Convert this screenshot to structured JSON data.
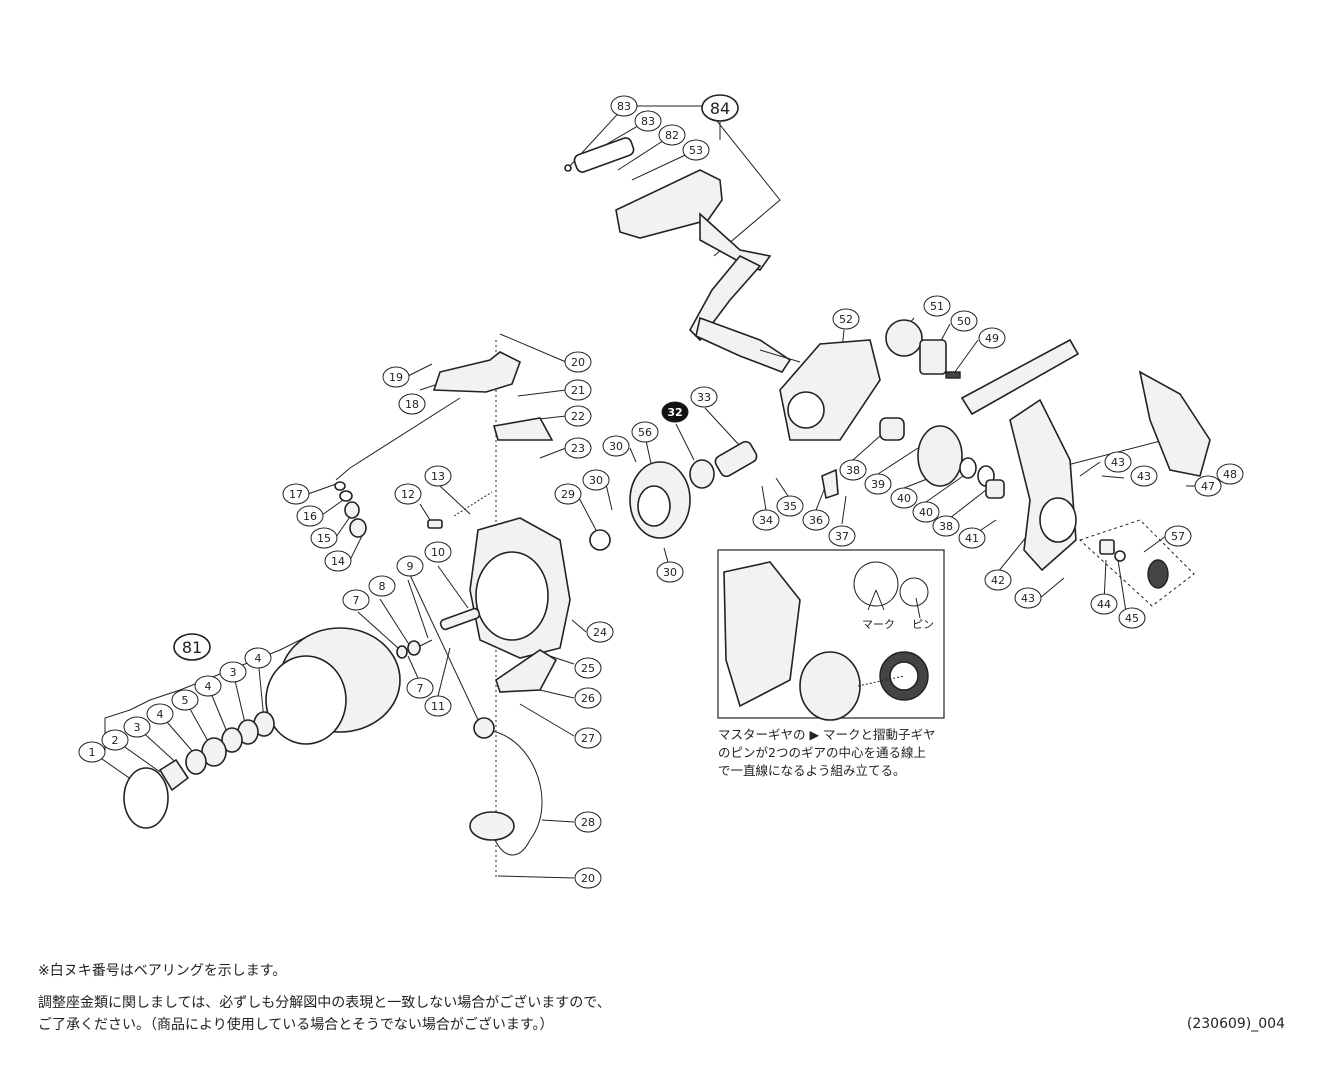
{
  "notes": {
    "bearing_note": "※白ヌキ番号はベアリングを示します。",
    "adjust_note_line1": "調整座金類に関しましては、必ずしも分解図中の表現と一致しない場合がございますので、",
    "adjust_note_line2": "ご了承ください。（商品により使用している場合とそうでない場合がございます。）"
  },
  "document_code": "(230609)_004",
  "inset": {
    "label_mark": "マーク",
    "label_pin": "ピン",
    "caption_line1": "マスターギヤの ▶ マークと摺動子ギヤ",
    "caption_line2": "のピンが2つのギアの中心を通る線上",
    "caption_line3": "で一直線になるよう組み立てる。"
  },
  "callouts": [
    {
      "id": "c1",
      "label": "1",
      "style": "normal"
    },
    {
      "id": "c2",
      "label": "2",
      "style": "normal"
    },
    {
      "id": "c3a",
      "label": "3",
      "style": "normal"
    },
    {
      "id": "c3b",
      "label": "3",
      "style": "normal"
    },
    {
      "id": "c4a",
      "label": "4",
      "style": "normal"
    },
    {
      "id": "c4b",
      "label": "4",
      "style": "normal"
    },
    {
      "id": "c4c",
      "label": "4",
      "style": "normal"
    },
    {
      "id": "c5",
      "label": "5",
      "style": "normal"
    },
    {
      "id": "c7a",
      "label": "7",
      "style": "normal"
    },
    {
      "id": "c7b",
      "label": "7",
      "style": "normal"
    },
    {
      "id": "c8",
      "label": "8",
      "style": "normal"
    },
    {
      "id": "c9",
      "label": "9",
      "style": "normal"
    },
    {
      "id": "c10",
      "label": "10",
      "style": "normal"
    },
    {
      "id": "c11",
      "label": "11",
      "style": "normal"
    },
    {
      "id": "c12",
      "label": "12",
      "style": "normal"
    },
    {
      "id": "c13",
      "label": "13",
      "style": "normal"
    },
    {
      "id": "c14",
      "label": "14",
      "style": "normal"
    },
    {
      "id": "c15",
      "label": "15",
      "style": "normal"
    },
    {
      "id": "c16",
      "label": "16",
      "style": "normal"
    },
    {
      "id": "c17",
      "label": "17",
      "style": "normal"
    },
    {
      "id": "c18",
      "label": "18",
      "style": "normal"
    },
    {
      "id": "c19",
      "label": "19",
      "style": "normal"
    },
    {
      "id": "c20a",
      "label": "20",
      "style": "normal"
    },
    {
      "id": "c20b",
      "label": "20",
      "style": "normal"
    },
    {
      "id": "c21",
      "label": "21",
      "style": "normal"
    },
    {
      "id": "c22",
      "label": "22",
      "style": "normal"
    },
    {
      "id": "c23",
      "label": "23",
      "style": "normal"
    },
    {
      "id": "c24",
      "label": "24",
      "style": "normal"
    },
    {
      "id": "c25",
      "label": "25",
      "style": "normal"
    },
    {
      "id": "c26",
      "label": "26",
      "style": "normal"
    },
    {
      "id": "c27",
      "label": "27",
      "style": "normal"
    },
    {
      "id": "c28",
      "label": "28",
      "style": "normal"
    },
    {
      "id": "c29",
      "label": "29",
      "style": "normal"
    },
    {
      "id": "c30a",
      "label": "30",
      "style": "normal"
    },
    {
      "id": "c30b",
      "label": "30",
      "style": "normal"
    },
    {
      "id": "c30c",
      "label": "30",
      "style": "normal"
    },
    {
      "id": "c32",
      "label": "32",
      "style": "bearing"
    },
    {
      "id": "c33",
      "label": "33",
      "style": "normal"
    },
    {
      "id": "c34",
      "label": "34",
      "style": "normal"
    },
    {
      "id": "c35",
      "label": "35",
      "style": "normal"
    },
    {
      "id": "c36",
      "label": "36",
      "style": "normal"
    },
    {
      "id": "c37",
      "label": "37",
      "style": "normal"
    },
    {
      "id": "c38a",
      "label": "38",
      "style": "normal"
    },
    {
      "id": "c38b",
      "label": "38",
      "style": "normal"
    },
    {
      "id": "c39",
      "label": "39",
      "style": "normal"
    },
    {
      "id": "c40a",
      "label": "40",
      "style": "normal"
    },
    {
      "id": "c40b",
      "label": "40",
      "style": "normal"
    },
    {
      "id": "c41",
      "label": "41",
      "style": "normal"
    },
    {
      "id": "c42",
      "label": "42",
      "style": "normal"
    },
    {
      "id": "c43a",
      "label": "43",
      "style": "normal"
    },
    {
      "id": "c43b",
      "label": "43",
      "style": "normal"
    },
    {
      "id": "c43c",
      "label": "43",
      "style": "normal"
    },
    {
      "id": "c44",
      "label": "44",
      "style": "normal"
    },
    {
      "id": "c45",
      "label": "45",
      "style": "normal"
    },
    {
      "id": "c47",
      "label": "47",
      "style": "normal"
    },
    {
      "id": "c48",
      "label": "48",
      "style": "normal"
    },
    {
      "id": "c49",
      "label": "49",
      "style": "normal"
    },
    {
      "id": "c50",
      "label": "50",
      "style": "normal"
    },
    {
      "id": "c51",
      "label": "51",
      "style": "normal"
    },
    {
      "id": "c52",
      "label": "52",
      "style": "normal"
    },
    {
      "id": "c53",
      "label": "53",
      "style": "normal"
    },
    {
      "id": "c56",
      "label": "56",
      "style": "normal"
    },
    {
      "id": "c57",
      "label": "57",
      "style": "normal"
    },
    {
      "id": "c81",
      "label": "81",
      "style": "assembly"
    },
    {
      "id": "c82",
      "label": "82",
      "style": "normal"
    },
    {
      "id": "c83a",
      "label": "83",
      "style": "normal"
    },
    {
      "id": "c83b",
      "label": "83",
      "style": "normal"
    },
    {
      "id": "c84",
      "label": "84",
      "style": "assembly"
    }
  ]
}
